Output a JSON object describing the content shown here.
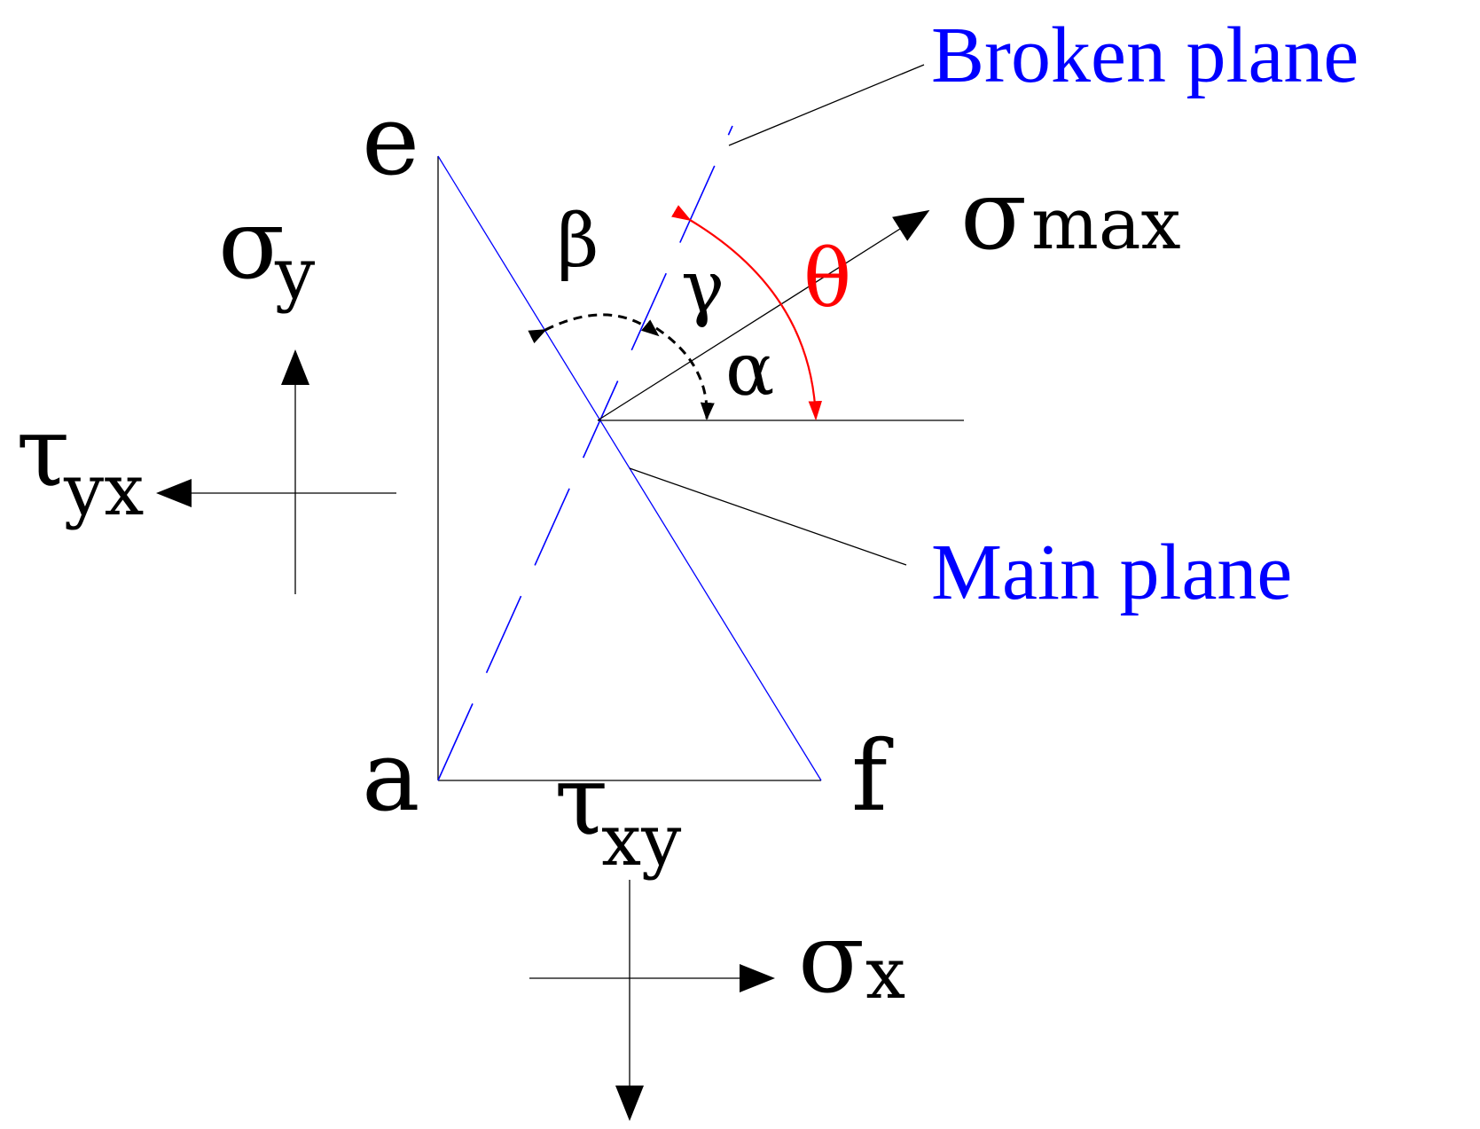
{
  "labels": {
    "vertex_e": "e",
    "vertex_a": "a",
    "vertex_f": "f",
    "sigma_y_base": "σ",
    "sigma_y_sub": "y",
    "tau_yx_base": "τ",
    "tau_yx_sub": "yx",
    "tau_xy_base": "τ",
    "tau_xy_sub": "xy",
    "sigma_x_base": "σ",
    "sigma_x_sub": "x",
    "sigma_max_base": "σ",
    "sigma_max_sub": "max",
    "beta": "β",
    "gamma": "γ",
    "alpha": "α",
    "theta": "θ",
    "broken_plane": "Broken plane",
    "main_plane": "Main plane"
  },
  "colors": {
    "plane_label": "#0000ff",
    "theta": "#ff0000",
    "lines": "#000000"
  }
}
